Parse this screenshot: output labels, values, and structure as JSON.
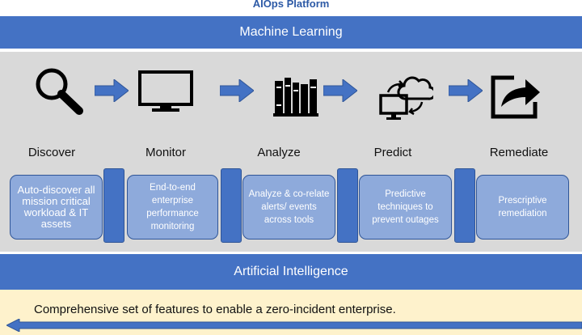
{
  "header": {
    "platform_title": "AIOps Platform"
  },
  "bands": {
    "top": "Machine Learning",
    "bottom": "Artificial Intelligence"
  },
  "stages": [
    {
      "label": "Discover",
      "description": "Auto-discover all mission critical workload & IT assets",
      "icon": "magnifier-icon"
    },
    {
      "label": "Monitor",
      "description": "End-to-end enterprise performance monitoring",
      "icon": "monitor-icon"
    },
    {
      "label": "Analyze",
      "description": "Analyze & co-relate alerts/ events across tools",
      "icon": "books-icon"
    },
    {
      "label": "Predict",
      "description": "Predictive techniques to prevent outages",
      "icon": "cloud-sync-icon"
    },
    {
      "label": "Remediate",
      "description": "Prescriptive remediation",
      "icon": "share-arrow-icon"
    }
  ],
  "footer": {
    "text": "Comprehensive set of features to enable a zero-incident enterprise."
  },
  "colors": {
    "band": "#4472c4",
    "card": "#8eaadb",
    "panel": "#d9d9d9",
    "footer": "#fef2cc"
  }
}
